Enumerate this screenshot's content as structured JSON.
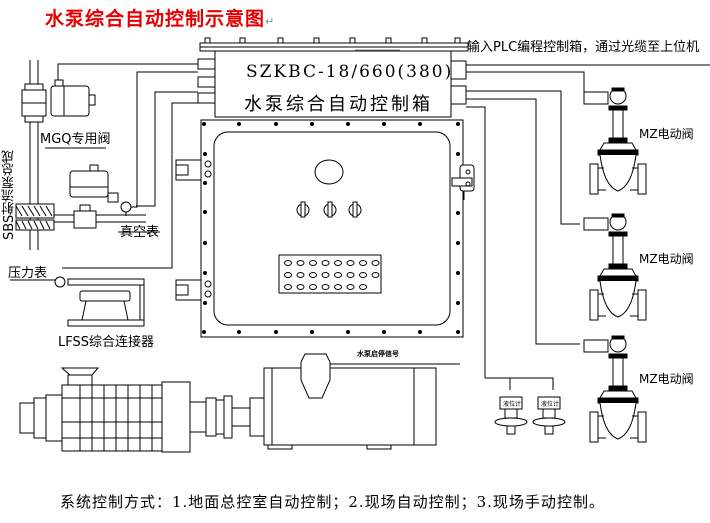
{
  "title": "水泵综合自动控制示意图",
  "title_mark": "↵",
  "title_color": "#e80000",
  "control_box": {
    "model": "SZKBC-18/660(380)",
    "name": "水泵综合自动控制箱",
    "knobs": 3,
    "terminal_rows": [
      8,
      8,
      7
    ]
  },
  "labels": {
    "plc_link": "输入PLC编程控制箱，通过光缆至上位机",
    "mgq_valve": "MGQ专用阀",
    "sbs_valve": "SBS射流泵总成",
    "vacuum_gauge": "真空表",
    "pressure_gauge": "压力表",
    "lfss_connector": "LFSS综合连接器",
    "motor_signal": "水泵启停信号",
    "level_meter_1": "液位计",
    "level_meter_2": "液位计"
  },
  "valves": [
    {
      "label": "MZ电动阀"
    },
    {
      "label": "MZ电动阀"
    },
    {
      "label": "MZ电动阀"
    }
  ],
  "footer": "系统控制方式：1.地面总控室自动控制；2.现场自动控制；3.现场手动控制。"
}
